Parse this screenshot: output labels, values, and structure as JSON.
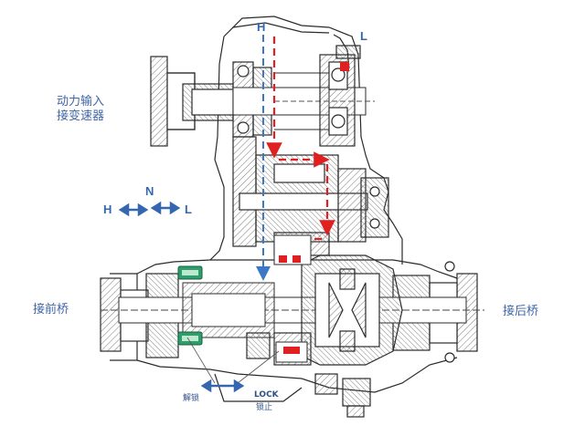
{
  "labels": {
    "power_input": "动力输入",
    "connect_transmission": "接变速器",
    "front_axle": "接前桥",
    "rear_axle": "接后桥",
    "high_top": "H",
    "low_top": "L",
    "high_side": "H",
    "neutral": "N",
    "low_side": "L",
    "unlock": "解锁",
    "lock_en": "LOCK",
    "lock_cn": "锁止"
  },
  "colors": {
    "line": "#2b2b2b",
    "hatch": "#6a6a6a",
    "blue_arrow": "#3b78c8",
    "red_arrow": "#e02020",
    "green_part": "#2e9e6a",
    "label": "#3f66a6"
  }
}
